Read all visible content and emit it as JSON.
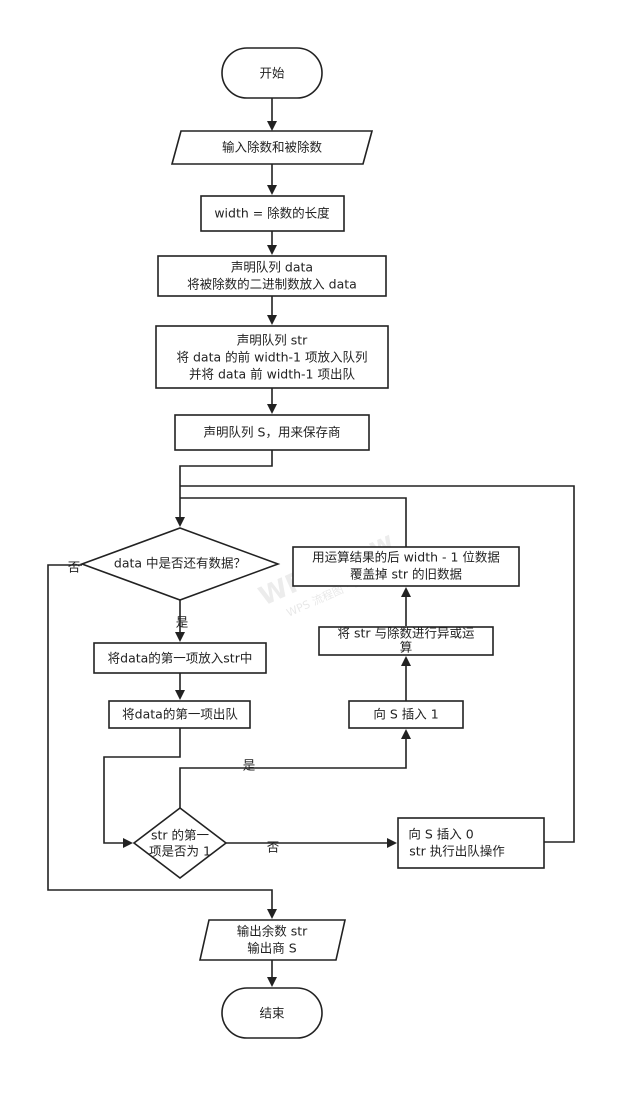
{
  "nodes": {
    "start": {
      "lines": [
        "开始"
      ]
    },
    "input": {
      "lines": [
        "输入除数和被除数"
      ]
    },
    "width": {
      "lines": [
        "width = 除数的长度"
      ]
    },
    "declare_data": {
      "lines": [
        "声明队列 data",
        "将被除数的二进制数放入 data"
      ]
    },
    "declare_str": {
      "lines": [
        "声明队列 str",
        "将 data 的前 width-1 项放入队列",
        "并将 data 前 width-1 项出队"
      ]
    },
    "declare_s": {
      "lines": [
        "声明队列 S，用来保存商"
      ]
    },
    "check_data": {
      "lines": [
        "data 中是否还有数据？"
      ]
    },
    "put_first": {
      "lines": [
        "将data的第一项放入str中"
      ]
    },
    "dequeue_first": {
      "lines": [
        "将data的第一项出队"
      ]
    },
    "check_str": {
      "lines": [
        "str 的第一",
        "项是否为 1"
      ]
    },
    "insert_one": {
      "lines": [
        "向 S 插入 1"
      ]
    },
    "xor": {
      "lines": [
        "将 str 与除数进行异或运",
        "算"
      ]
    },
    "overwrite": {
      "lines": [
        "用运算结果的后 width - 1 位数据",
        "覆盖掉 str 的旧数据"
      ]
    },
    "insert_zero": {
      "lines": [
        "向 S 插入 0",
        "str 执行出队操作"
      ]
    },
    "output": {
      "lines": [
        "输出余数 str",
        "输出商 S"
      ]
    },
    "end": {
      "lines": [
        "结束"
      ]
    }
  },
  "edge_labels": {
    "no_data": "否",
    "yes_data": "是",
    "yes_str": "是",
    "no_str": "否"
  },
  "watermark": {
    "brand": "WPS Flow",
    "sub": "WPS 流程图 · 协作助力"
  }
}
